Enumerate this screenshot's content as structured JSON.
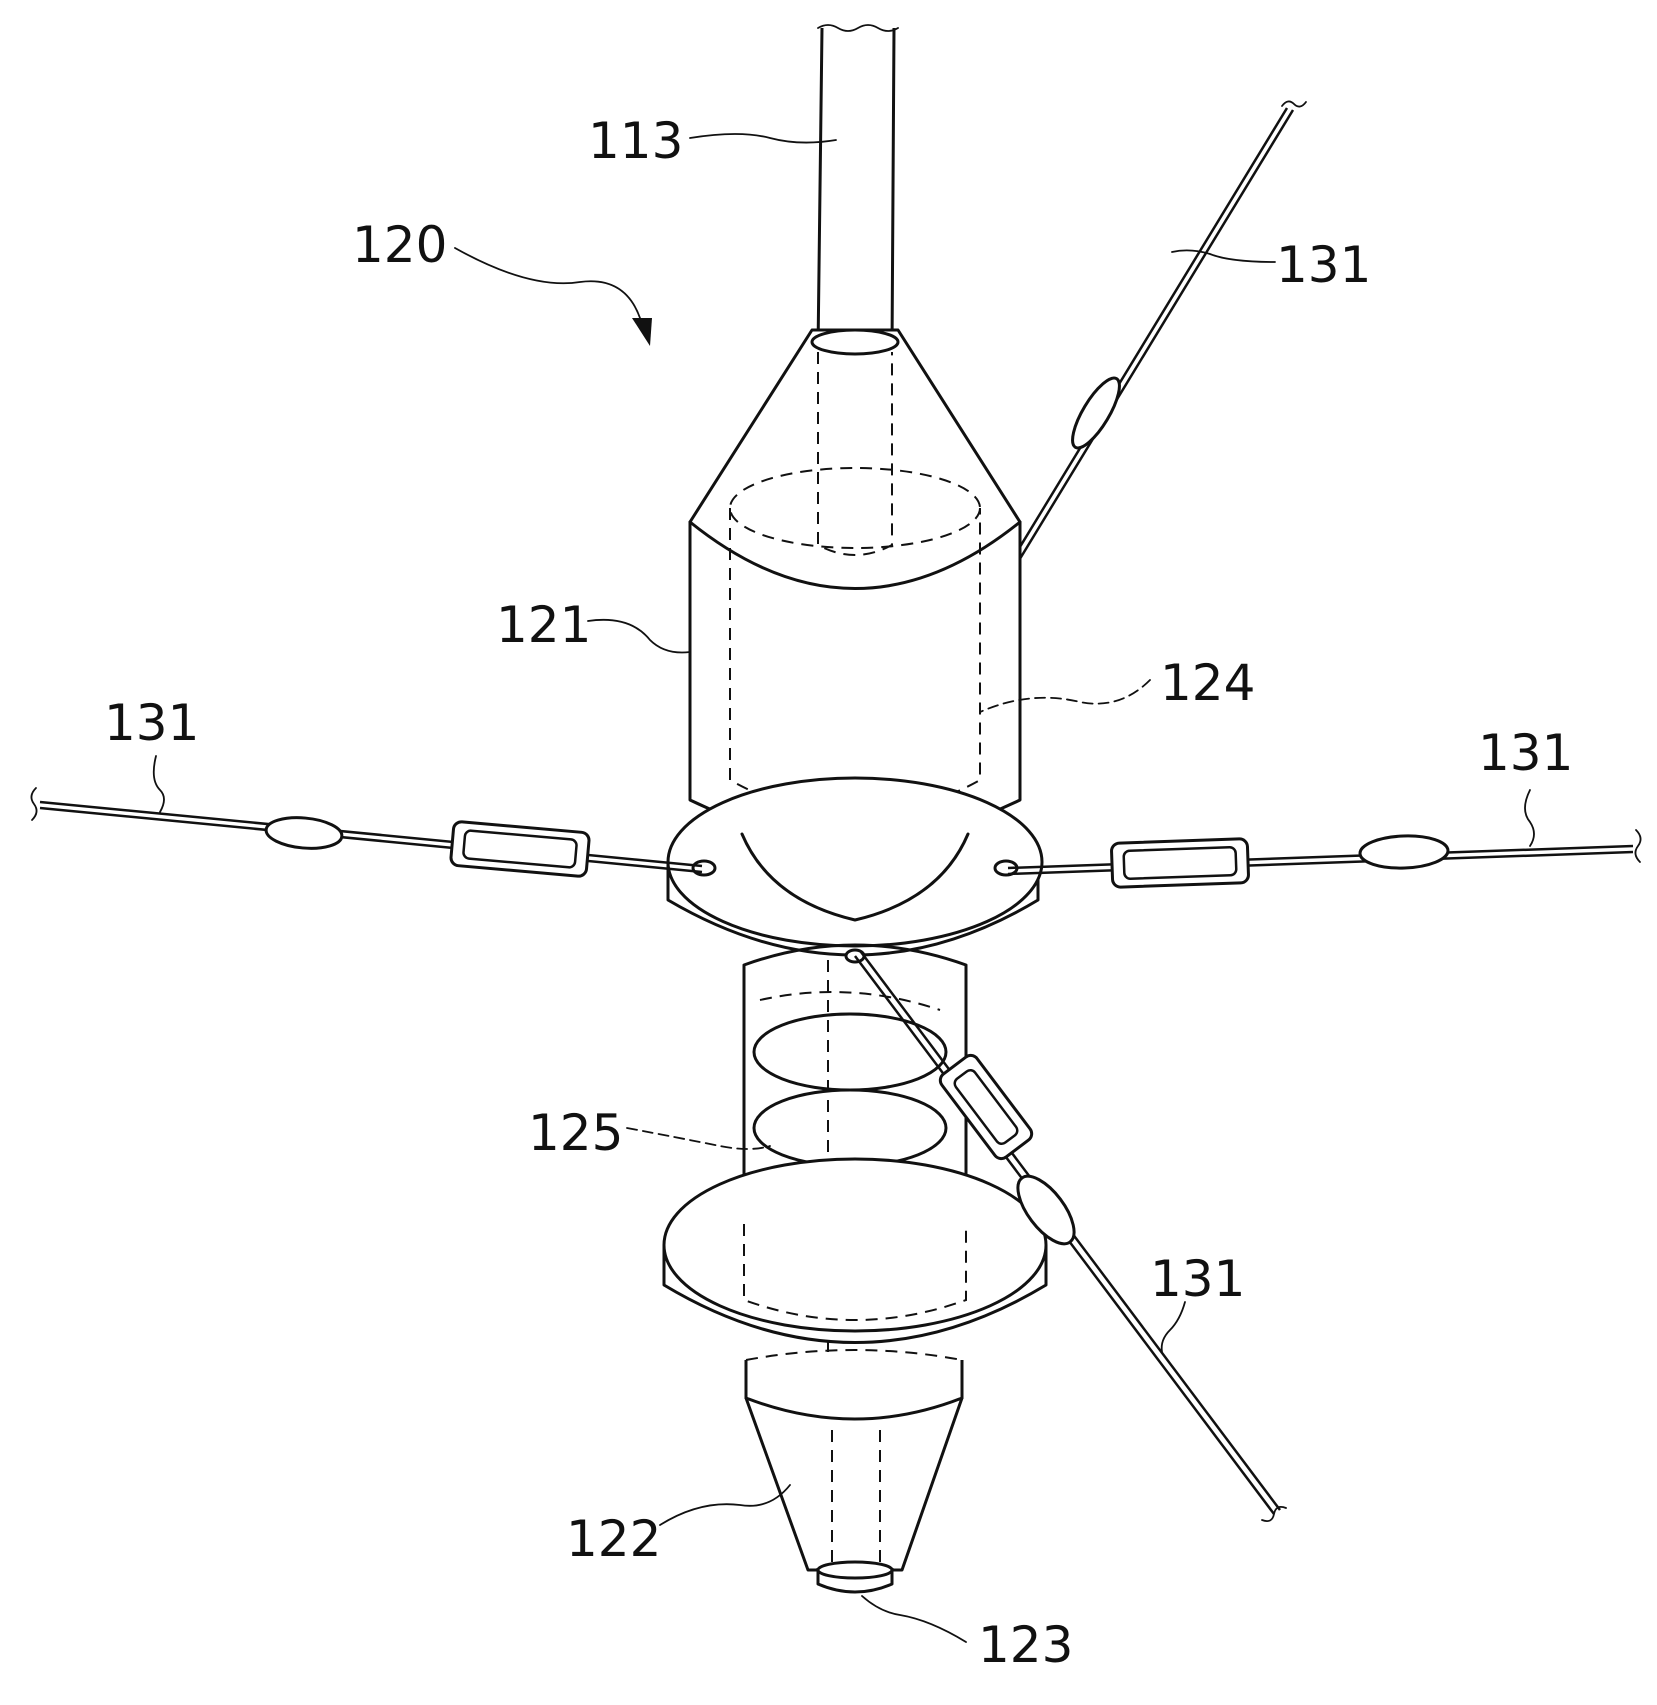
{
  "labels": {
    "l113": "113",
    "l120": "120",
    "l121": "121",
    "l124": "124",
    "l125": "125",
    "l122": "122",
    "l123": "123",
    "l131_top_right": "131",
    "l131_left": "131",
    "l131_right": "131",
    "l131_bottom_right": "131"
  }
}
